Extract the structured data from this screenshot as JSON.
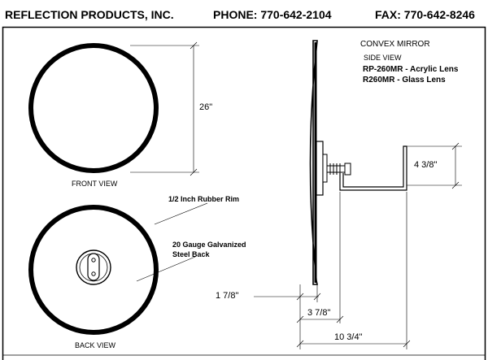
{
  "header": {
    "company": "REFLECTION PRODUCTS, INC.",
    "phone": "PHONE: 770-642-2104",
    "fax": "FAX: 770-642-8246"
  },
  "side_view": {
    "title": "CONVEX MIRROR",
    "subtitle": "SIDE VIEW",
    "model_acrylic": "RP-260MR - Acrylic Lens",
    "model_glass": "R260MR - Glass Lens"
  },
  "front_view": {
    "label": "FRONT VIEW",
    "diameter": "26\""
  },
  "back_view": {
    "label": "BACK VIEW",
    "rim_callout": "1/2 Inch Rubber Rim",
    "back_callout_line1": "20 Gauge Galvanized",
    "back_callout_line2": "Steel Back"
  },
  "dimensions": {
    "bracket_height": "4 3/8\"",
    "mirror_depth": "1 7/8\"",
    "mount_depth": "3 7/8\"",
    "overall_depth": "10 3/4\""
  }
}
